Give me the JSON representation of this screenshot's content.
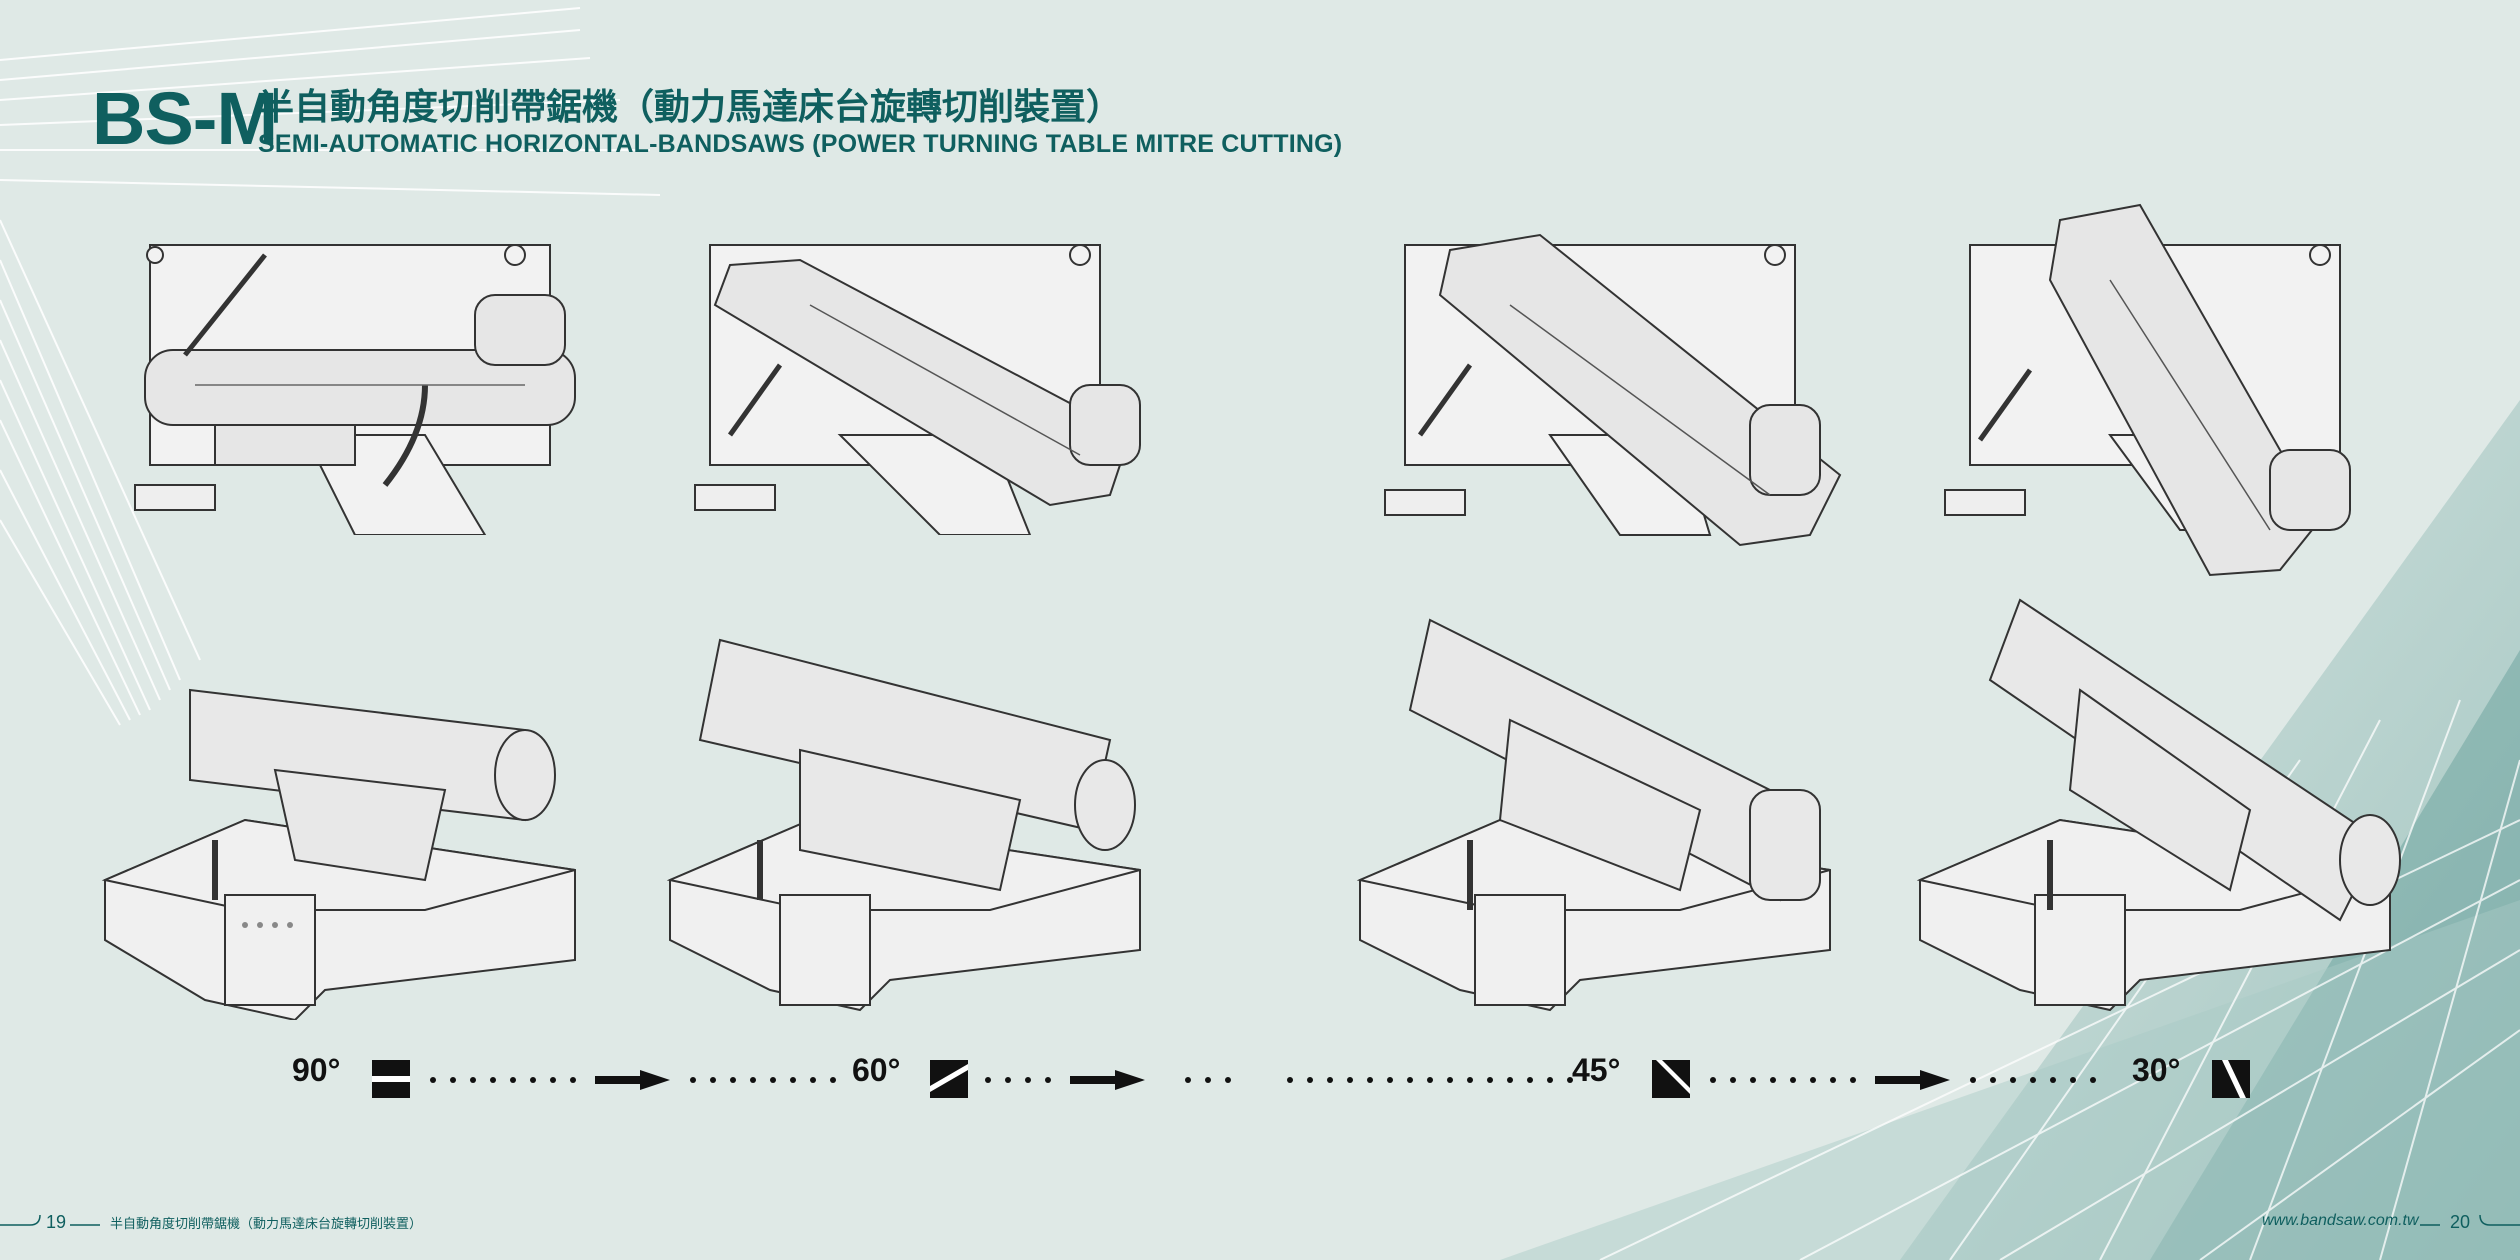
{
  "header": {
    "model_code": "BS-M",
    "title_zh": "半自動角度切削帶鋸機（動力馬達床台旋轉切削裝置）",
    "title_en": "SEMI-AUTOMATIC HORIZONTAL-BANDSAWS (POWER TURNING TABLE MITRE CUTTING)"
  },
  "angles": [
    {
      "label": "90°",
      "cut_angle": 90
    },
    {
      "label": "60°",
      "cut_angle": 60
    },
    {
      "label": "45°",
      "cut_angle": 45
    },
    {
      "label": "30°",
      "cut_angle": 30
    }
  ],
  "footer": {
    "left_page": "19",
    "left_caption": "半自動角度切削帶鋸機（動力馬達床台旋轉切削裝置）",
    "website": "www.bandsaw.com.tw",
    "right_page": "20"
  },
  "colors": {
    "background": "#dfe9e6",
    "brand_teal": "#0f5f5f",
    "accent_teal": "#7fb2ad"
  },
  "icons": [
    "angle-90-icon",
    "angle-60-icon",
    "angle-45-icon",
    "angle-30-icon",
    "progress-arrow-icon"
  ]
}
